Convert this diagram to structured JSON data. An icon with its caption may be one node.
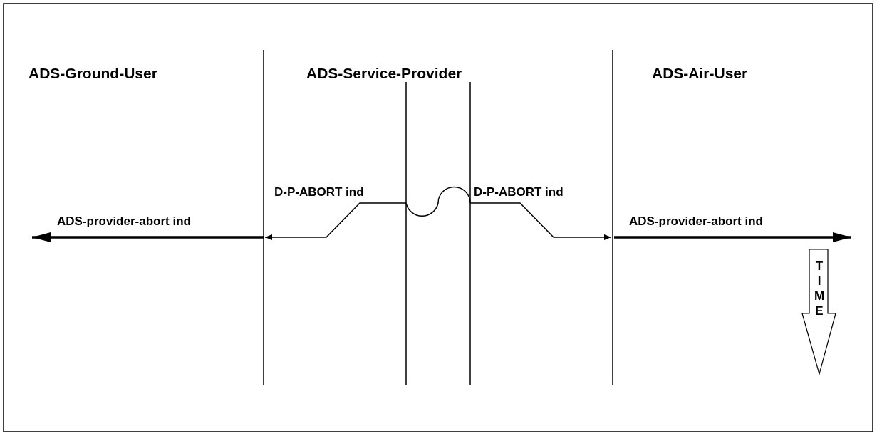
{
  "diagram": {
    "labels": [
      "ADS-Ground-User",
      "ADS-Service-Provider",
      "ADS-Air-User",
      "D-P-ABORT ind",
      "D-P-ABORT ind",
      "ADS-provider-abort ind",
      "ADS-provider-abort ind",
      "TIME"
    ]
  }
}
